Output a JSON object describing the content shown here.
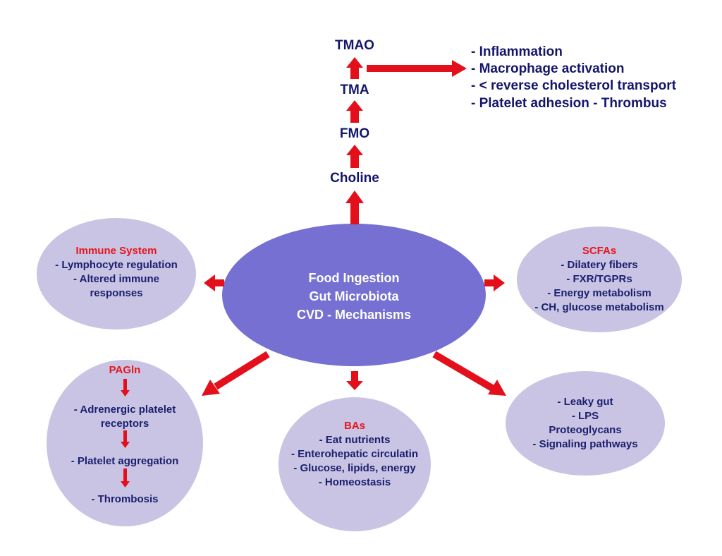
{
  "colors": {
    "arrow": "#e3101b",
    "center_fill": "#7570d2",
    "satellite_fill": "#c9c4e3",
    "text_dark": "#1a1f6e",
    "heading_red": "#e8141c"
  },
  "center": {
    "lines": [
      "Food Ingestion",
      "Gut Microbiota",
      "CVD - Mechanisms"
    ]
  },
  "chain": {
    "choline": "Choline",
    "fmo": "FMO",
    "tma": "TMA",
    "tmao": "TMAO"
  },
  "tmao_effects": [
    "- Inflammation",
    "- Macrophage activation",
    "- < reverse cholesterol transport",
    "- Platelet adhesion - Thrombus"
  ],
  "immune": {
    "title": "Immune System",
    "lines": [
      "- Lymphocyte regulation",
      "- Altered immune",
      "responses"
    ]
  },
  "scfas": {
    "title": "SCFAs",
    "lines": [
      "- Dilatery fibers",
      "- FXR/TGPRs",
      "- Energy metabolism",
      "- CH, glucose metabolism"
    ]
  },
  "pagln": {
    "title": "PAGln",
    "step1": [
      "- Adrenergic platelet",
      "receptors"
    ],
    "step2": "- Platelet aggregation",
    "step3": "- Thrombosis"
  },
  "bas": {
    "title": "BAs",
    "lines": [
      "- Eat nutrients",
      "- Enterohepatic circulatin",
      "- Glucose, lipids, energy",
      "- Homeostasis"
    ]
  },
  "leaky": {
    "lines": [
      "- Leaky gut",
      "- LPS",
      "Proteoglycans",
      "- Signaling pathways"
    ]
  }
}
